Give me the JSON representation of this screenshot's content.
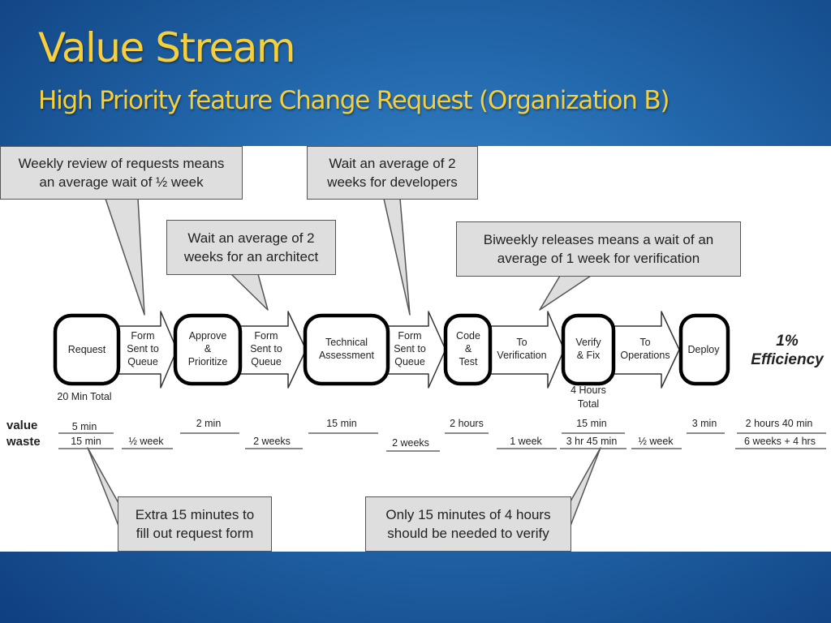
{
  "title": "Value Stream",
  "subtitle": "High Priority feature Change Request (Organization B)",
  "callouts": {
    "weekly_review": "Weekly review of requests means\nan average wait of ½ week",
    "architect_wait": "Wait an average of 2\nweeks for an architect",
    "developer_wait": "Wait an average of 2\nweeks for developers",
    "biweekly_releases": "Biweekly releases means a wait of an\naverage of 1 week for verification",
    "extra_minutes": "Extra 15 minutes to\nfill out request form",
    "verify_minutes": "Only 15 minutes of 4 hours\nshould be needed to verify"
  },
  "process_steps": [
    {
      "lines": [
        "Request"
      ]
    },
    {
      "lines": [
        "Approve",
        "&",
        "Prioritize"
      ]
    },
    {
      "lines": [
        "Technical",
        "Assessment"
      ]
    },
    {
      "lines": [
        "Code",
        "&",
        "Test"
      ]
    },
    {
      "lines": [
        "Verify",
        "& Fix"
      ]
    },
    {
      "lines": [
        "Deploy"
      ]
    }
  ],
  "handoffs": [
    {
      "lines": [
        "Form",
        "Sent to",
        "Queue"
      ]
    },
    {
      "lines": [
        "Form",
        "Sent to",
        "Queue"
      ]
    },
    {
      "lines": [
        "Form",
        "Sent to",
        "Queue"
      ]
    },
    {
      "lines": [
        "To",
        "Verification"
      ]
    },
    {
      "lines": [
        "To",
        "Operations"
      ]
    }
  ],
  "notes": {
    "request_total": "20 Min Total",
    "verify_total_line1": "4 Hours",
    "verify_total_line2": "Total"
  },
  "efficiency": {
    "line1": "1%",
    "line2": "Efficiency"
  },
  "rows": {
    "value_label": "value",
    "waste_label": "waste"
  },
  "value_entries": [
    "5 min",
    "2 min",
    "15 min",
    "2 hours",
    "15 min",
    "3 min",
    "2 hours 40 min"
  ],
  "waste_entries": [
    "15 min",
    "½ week",
    "2 weeks",
    "2 weeks",
    "1 week",
    "3 hr 45 min",
    "½ week",
    "6 weeks + 4 hrs"
  ]
}
